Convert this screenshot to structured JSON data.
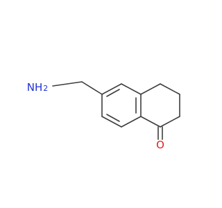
{
  "atoms": {
    "amine": {
      "text": "NH",
      "subscript": "2",
      "color": "#1f2fd6"
    },
    "oxygen": {
      "text": "O",
      "color": "#e0201b"
    }
  },
  "colors": {
    "bond": "#3d3d3d",
    "background": "#ffffff"
  }
}
